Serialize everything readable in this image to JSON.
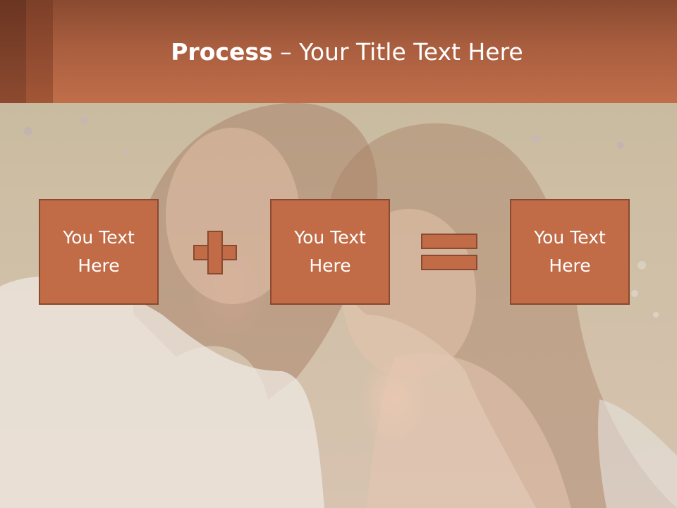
{
  "slide": {
    "title_bold": "Process",
    "title_rest": " – Your Title Text Here",
    "accent_color": "#c26b47",
    "header_color": "#a95e3f"
  },
  "boxes": [
    {
      "label": "You Text\nHere"
    },
    {
      "label": "You Text\nHere"
    },
    {
      "label": "You Text\nHere"
    }
  ],
  "operators": [
    "plus",
    "equals"
  ]
}
